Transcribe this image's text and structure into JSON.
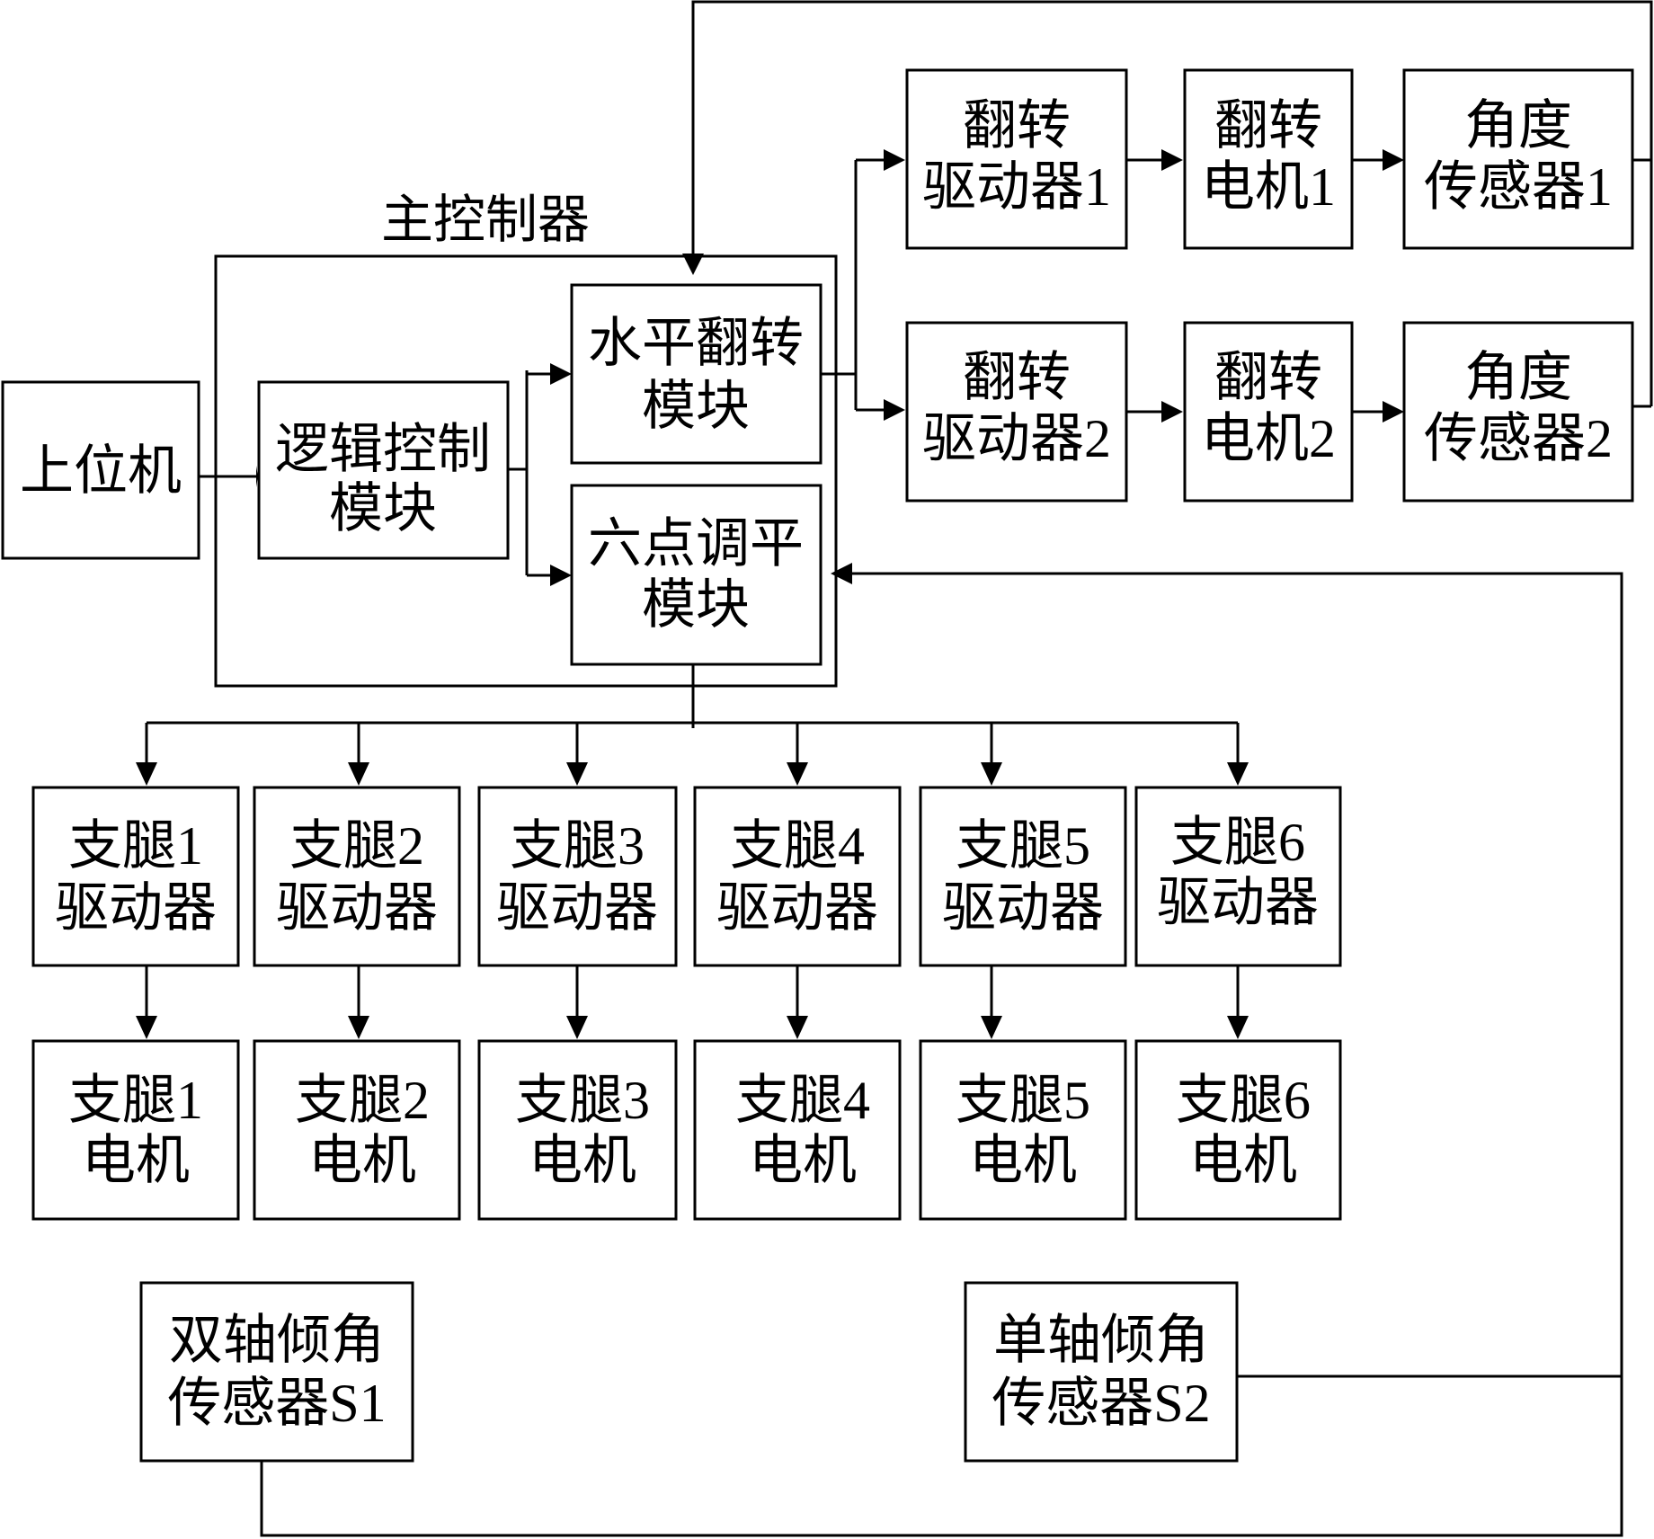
{
  "controller": {
    "title": "主控制器"
  },
  "upper_computer": {
    "label": "上位机"
  },
  "logic_module": {
    "line1": "逻辑控制",
    "line2": "模块"
  },
  "flip_module": {
    "line1": "水平翻转",
    "line2": "模块"
  },
  "level_module": {
    "line1": "六点调平",
    "line2": "模块"
  },
  "flip_chain": [
    {
      "driver": {
        "line1": "翻转",
        "line2": "驱动器1"
      },
      "motor": {
        "line1": "翻转",
        "line2": "电机1"
      },
      "sensor": {
        "line1": "角度",
        "line2": "传感器1"
      }
    },
    {
      "driver": {
        "line1": "翻转",
        "line2": "驱动器2"
      },
      "motor": {
        "line1": "翻转",
        "line2": "电机2"
      },
      "sensor": {
        "line1": "角度",
        "line2": "传感器2"
      }
    }
  ],
  "legs": [
    {
      "driver": {
        "line1": "支腿1",
        "line2": "驱动器"
      },
      "motor": {
        "line1": "支腿1",
        "line2": "电机"
      }
    },
    {
      "driver": {
        "line1": "支腿2",
        "line2": "驱动器"
      },
      "motor": {
        "line1": "支腿2",
        "line2": "电机"
      }
    },
    {
      "driver": {
        "line1": "支腿3",
        "line2": "驱动器"
      },
      "motor": {
        "line1": "支腿3",
        "line2": "电机"
      }
    },
    {
      "driver": {
        "line1": "支腿4",
        "line2": "驱动器"
      },
      "motor": {
        "line1": "支腿4",
        "line2": "电机"
      }
    },
    {
      "driver": {
        "line1": "支腿5",
        "line2": "驱动器"
      },
      "motor": {
        "line1": "支腿5",
        "line2": "电机"
      }
    },
    {
      "driver": {
        "line1": "支腿6",
        "line2": "驱动器"
      },
      "motor": {
        "line1": "支腿6",
        "line2": "电机"
      }
    }
  ],
  "sensor_s1": {
    "line1": "双轴倾角",
    "line2": "传感器S1"
  },
  "sensor_s2": {
    "line1": "单轴倾角",
    "line2": "传感器S2"
  },
  "colors": {
    "stroke": "#000000",
    "background": "#ffffff"
  }
}
